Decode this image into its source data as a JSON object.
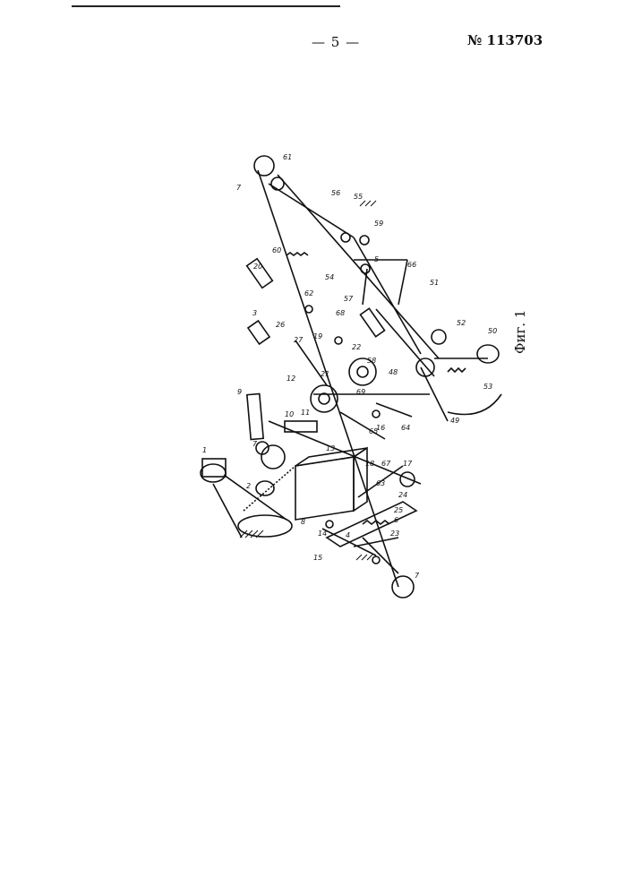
{
  "header": {
    "page_number": "— 5 —",
    "patent_number": "№ 113703"
  },
  "figure": {
    "caption": "Фиг. 1",
    "labels": [
      {
        "id": "l1",
        "text": "1"
      },
      {
        "id": "l2",
        "text": "2"
      },
      {
        "id": "l3",
        "text": "3"
      },
      {
        "id": "l4",
        "text": "4"
      },
      {
        "id": "l5",
        "text": "5"
      },
      {
        "id": "l6",
        "text": "6"
      },
      {
        "id": "l7a",
        "text": "7"
      },
      {
        "id": "l7b",
        "text": "7"
      },
      {
        "id": "l7c",
        "text": "7"
      },
      {
        "id": "l8",
        "text": "8"
      },
      {
        "id": "l9",
        "text": "9"
      },
      {
        "id": "l10",
        "text": "10"
      },
      {
        "id": "l11",
        "text": "11"
      },
      {
        "id": "l12",
        "text": "12"
      },
      {
        "id": "l13",
        "text": "13"
      },
      {
        "id": "l14",
        "text": "14"
      },
      {
        "id": "l15",
        "text": "15"
      },
      {
        "id": "l16",
        "text": "16"
      },
      {
        "id": "l17",
        "text": "17"
      },
      {
        "id": "l18",
        "text": "18"
      },
      {
        "id": "l19",
        "text": "19"
      },
      {
        "id": "l20",
        "text": "20"
      },
      {
        "id": "l21",
        "text": "21"
      },
      {
        "id": "l22",
        "text": "22"
      },
      {
        "id": "l23",
        "text": "23"
      },
      {
        "id": "l24",
        "text": "24"
      },
      {
        "id": "l25",
        "text": "25"
      },
      {
        "id": "l26",
        "text": "26"
      },
      {
        "id": "l27",
        "text": "27"
      },
      {
        "id": "l48",
        "text": "48"
      },
      {
        "id": "l49",
        "text": "49"
      },
      {
        "id": "l50",
        "text": "50"
      },
      {
        "id": "l51",
        "text": "51"
      },
      {
        "id": "l52",
        "text": "52"
      },
      {
        "id": "l53",
        "text": "53"
      },
      {
        "id": "l54",
        "text": "54"
      },
      {
        "id": "l55",
        "text": "55"
      },
      {
        "id": "l56",
        "text": "56"
      },
      {
        "id": "l57",
        "text": "57"
      },
      {
        "id": "l58",
        "text": "58"
      },
      {
        "id": "l59",
        "text": "59"
      },
      {
        "id": "l60",
        "text": "60"
      },
      {
        "id": "l61",
        "text": "61"
      },
      {
        "id": "l62",
        "text": "62"
      },
      {
        "id": "l63",
        "text": "63"
      },
      {
        "id": "l64",
        "text": "64"
      },
      {
        "id": "l65",
        "text": "65"
      },
      {
        "id": "l66",
        "text": "66"
      },
      {
        "id": "l67",
        "text": "67"
      },
      {
        "id": "l68",
        "text": "68"
      },
      {
        "id": "l69",
        "text": "69"
      }
    ]
  }
}
